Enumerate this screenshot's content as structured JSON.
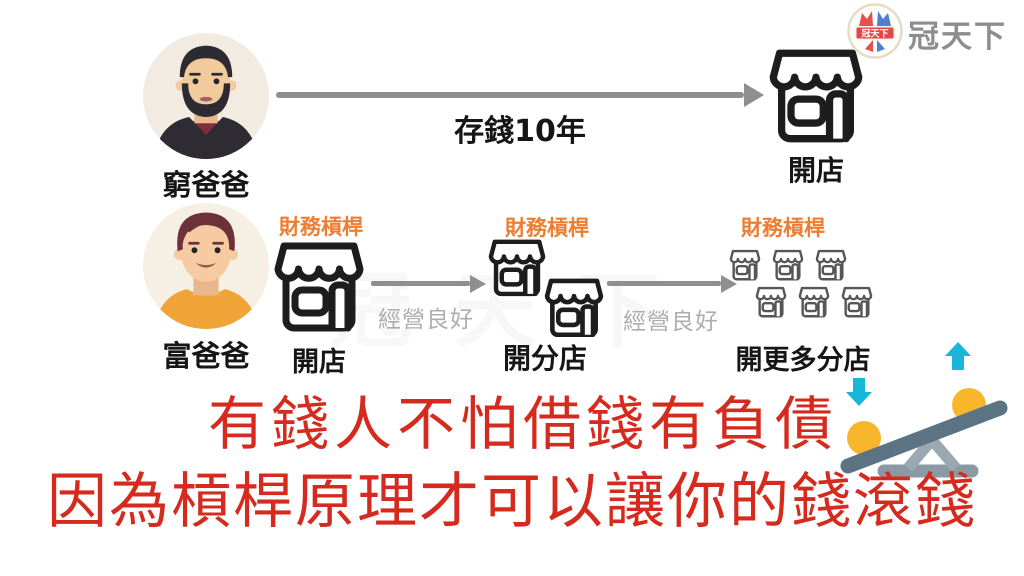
{
  "brand": {
    "name": "冠天下",
    "badge_label": "冠天下"
  },
  "poor_dad": {
    "label": "窮爸爸",
    "arrow_label": "存錢10年",
    "store_label": "開店"
  },
  "rich_dad": {
    "label": "富爸爸",
    "steps": [
      {
        "leverage_label": "財務槓桿",
        "store_label": "開店"
      },
      {
        "leverage_label": "財務槓桿",
        "store_label": "開分店"
      },
      {
        "leverage_label": "財務槓桿",
        "store_label": "開更多分店"
      }
    ],
    "growth_labels": [
      "經營良好",
      "經營良好"
    ]
  },
  "caption": {
    "line1": "有錢人不怕借錢有負債",
    "line2": "因為槓桿原理才可以讓你的錢滾錢"
  },
  "watermark": "冠天下",
  "colors": {
    "caption_red": "#d42b1e",
    "leverage_orange": "#ed7d31",
    "arrow_gray": "#8f8f8f",
    "growth_gray": "#aeaeae",
    "seesaw_cyan": "#17b7da",
    "seesaw_yellow": "#f8b62d",
    "seesaw_plank": "#5c7383",
    "seesaw_base": "#9aa8b2"
  }
}
